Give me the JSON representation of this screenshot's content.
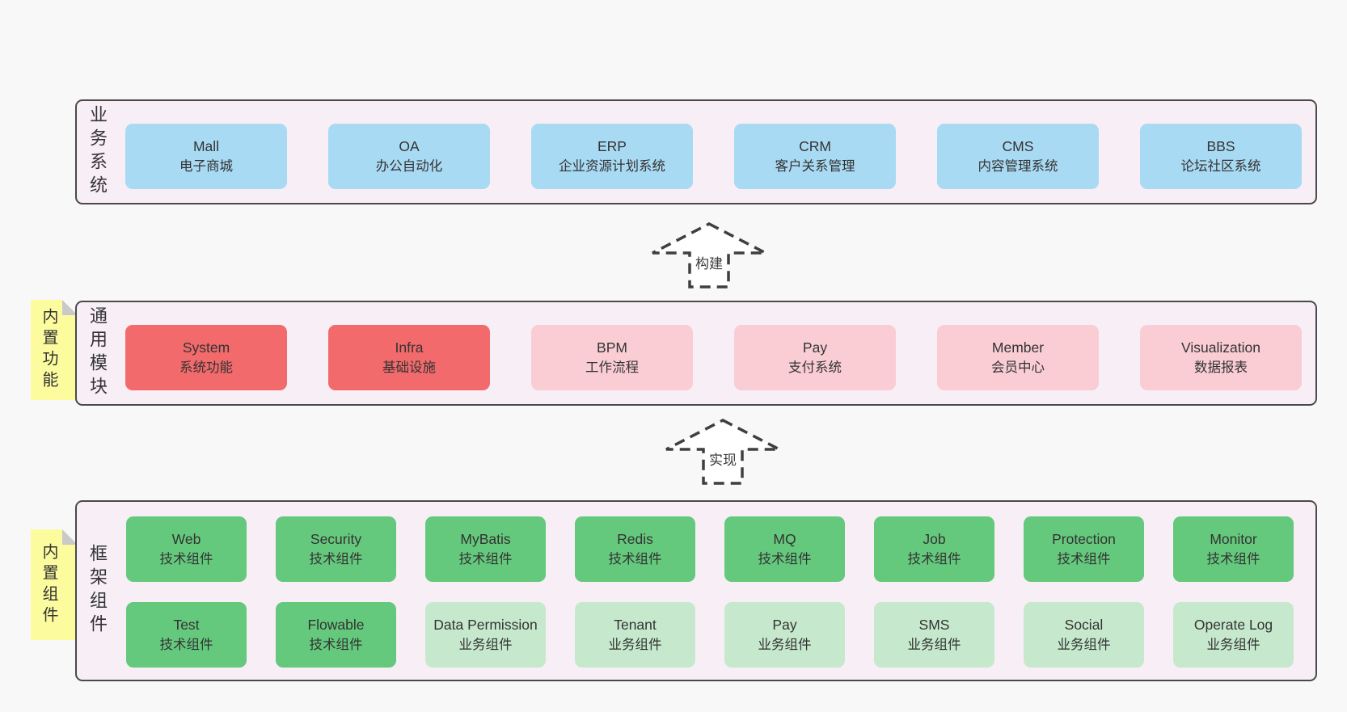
{
  "colors": {
    "page_background": "#f8f8f8",
    "panel_fill": "#f8eef6",
    "panel_border": "#4a4a4a",
    "blue_box": "#a9daf3",
    "red_box": "#f26a6b",
    "pink_box": "#facdd5",
    "green_box": "#65c97d",
    "light_green_box": "#c6e9cd",
    "sticky_note": "#fcfc9f",
    "sticky_fold": "#c9c9c9",
    "text": "#333333"
  },
  "arrows": [
    {
      "label": "构建"
    },
    {
      "label": "实现"
    }
  ],
  "stickies": [
    {
      "label": "内置功能"
    },
    {
      "label": "内置组件"
    }
  ],
  "panels": [
    {
      "label": "业务系统",
      "boxes": [
        {
          "title": "Mall",
          "subtitle": "电子商城"
        },
        {
          "title": "OA",
          "subtitle": "办公自动化"
        },
        {
          "title": "ERP",
          "subtitle": "企业资源计划系统"
        },
        {
          "title": "CRM",
          "subtitle": "客户关系管理"
        },
        {
          "title": "CMS",
          "subtitle": "内容管理系统"
        },
        {
          "title": "BBS",
          "subtitle": "论坛社区系统"
        }
      ]
    },
    {
      "label": "通用模块",
      "boxes": [
        {
          "title": "System",
          "subtitle": "系统功能"
        },
        {
          "title": "Infra",
          "subtitle": "基础设施"
        },
        {
          "title": "BPM",
          "subtitle": "工作流程"
        },
        {
          "title": "Pay",
          "subtitle": "支付系统"
        },
        {
          "title": "Member",
          "subtitle": "会员中心"
        },
        {
          "title": "Visualization",
          "subtitle": "数据报表"
        }
      ]
    },
    {
      "label": "框架组件",
      "rows": [
        [
          {
            "title": "Web",
            "subtitle": "技术组件"
          },
          {
            "title": "Security",
            "subtitle": "技术组件"
          },
          {
            "title": "MyBatis",
            "subtitle": "技术组件"
          },
          {
            "title": "Redis",
            "subtitle": "技术组件"
          },
          {
            "title": "MQ",
            "subtitle": "技术组件"
          },
          {
            "title": "Job",
            "subtitle": "技术组件"
          },
          {
            "title": "Protection",
            "subtitle": "技术组件"
          },
          {
            "title": "Monitor",
            "subtitle": "技术组件"
          }
        ],
        [
          {
            "title": "Test",
            "subtitle": "技术组件"
          },
          {
            "title": "Flowable",
            "subtitle": "技术组件"
          },
          {
            "title": "Data Permission",
            "subtitle": "业务组件"
          },
          {
            "title": "Tenant",
            "subtitle": "业务组件"
          },
          {
            "title": "Pay",
            "subtitle": "业务组件"
          },
          {
            "title": "SMS",
            "subtitle": "业务组件"
          },
          {
            "title": "Social",
            "subtitle": "业务组件"
          },
          {
            "title": "Operate Log",
            "subtitle": "业务组件"
          }
        ]
      ]
    }
  ]
}
